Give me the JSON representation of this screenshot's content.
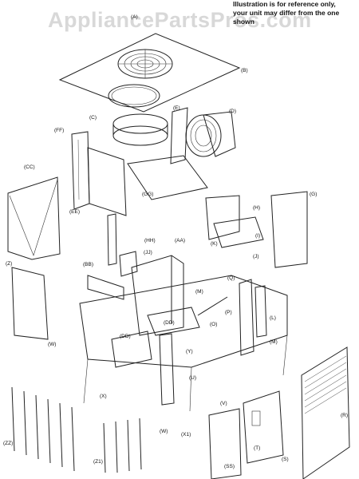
{
  "watermark": "AppliancePartsPros.com",
  "disclaimer": {
    "line1": "Illustration is for reference only,",
    "line2": "your unit may differ from the one shown"
  },
  "labels": {
    "A": "(A)",
    "B": "(B)",
    "C": "(C)",
    "D": "(D)",
    "E": "(E)",
    "FF": "(FF)",
    "CC": "(CC)",
    "EE": "(EE)",
    "GG": "(GG)",
    "G": "(G)",
    "H": "(H)",
    "K": "(K)",
    "I": "(I)",
    "J": "(J)",
    "HH": "(HH)",
    "AA": "(AA)",
    "JJ": "(JJ)",
    "BB": "(BB)",
    "Z": "(Z)",
    "M": "(M)",
    "Q": "(Q)",
    "L": "(L)",
    "P": "(P)",
    "O": "(O)",
    "Mb": "(M)",
    "W": "(W)",
    "DD1": "(DD)",
    "DD2": "(DD)",
    "Y": "(Y)",
    "U": "(U)",
    "X": "(X)",
    "V": "(V)",
    "R": "(R)",
    "T": "(T)",
    "S": "(S)",
    "SS": "(SS)",
    "ZZ": "(ZZ)",
    "Z1": "(Z1)",
    "Wb": "(W)",
    "X1": "(X1)"
  }
}
